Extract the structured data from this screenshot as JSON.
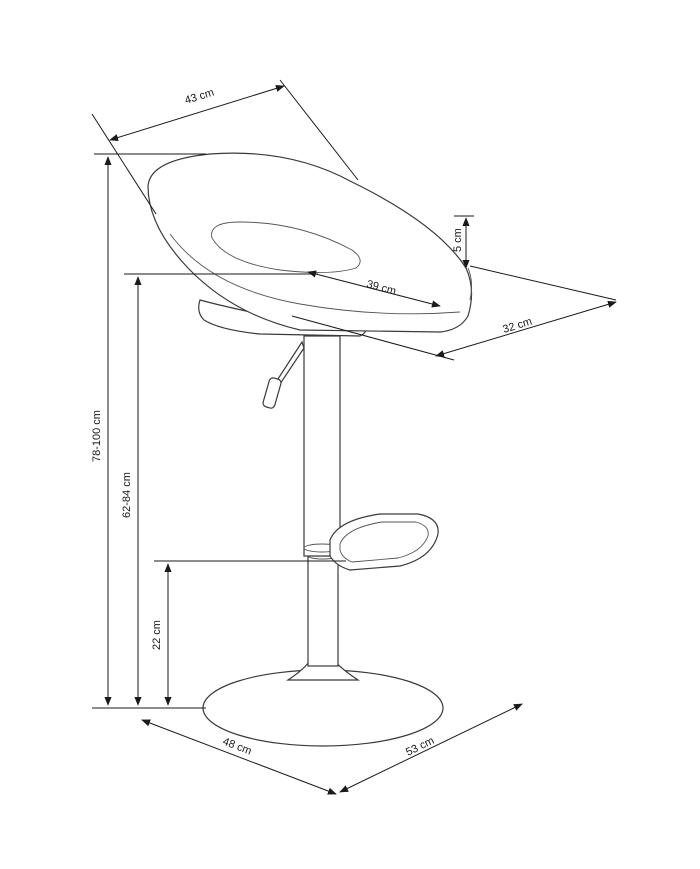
{
  "dimensions": {
    "seat_width": "43 cm",
    "backrest_thickness": "5 cm",
    "seat_depth": "39 cm",
    "backrest_depth": "32 cm",
    "total_height": "78-100 cm",
    "seat_height": "62-84 cm",
    "footrest_height": "22 cm",
    "base_width": "48 cm",
    "base_depth": "53 cm"
  },
  "colors": {
    "line": "#1a1a1a",
    "outline": "#3a3a3a",
    "background": "#ffffff"
  }
}
